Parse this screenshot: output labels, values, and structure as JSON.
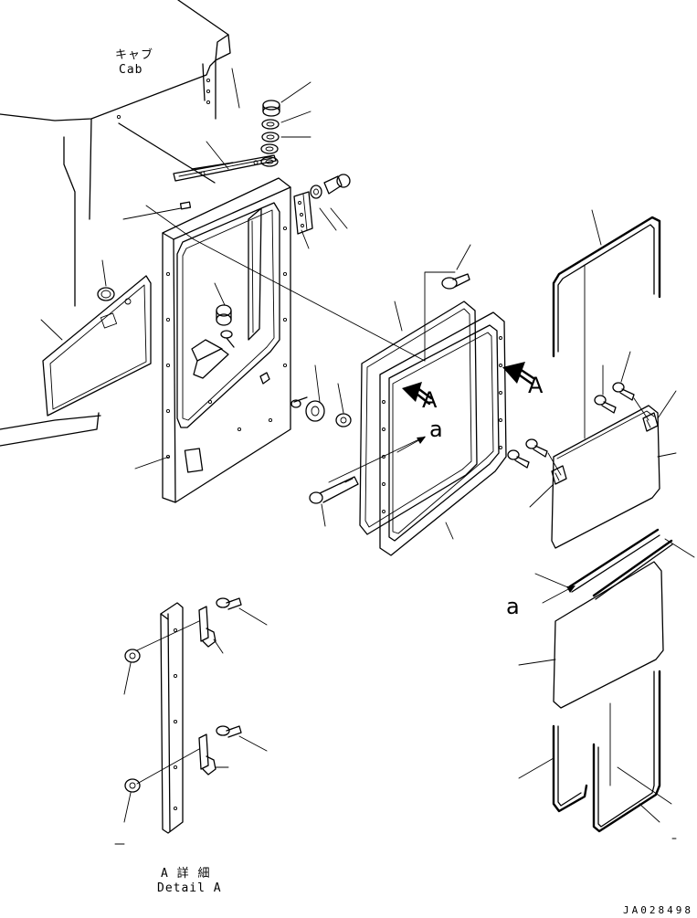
{
  "labels": {
    "cab_jp": "キャブ",
    "cab_en": "Cab",
    "view_marker": "A",
    "view_marker_lower": "A",
    "flow_marker": "a",
    "flow_marker_lower": "a",
    "detail_jp": "A 詳 細",
    "detail_en": "Detail A",
    "drawing_code": "JA028498"
  }
}
